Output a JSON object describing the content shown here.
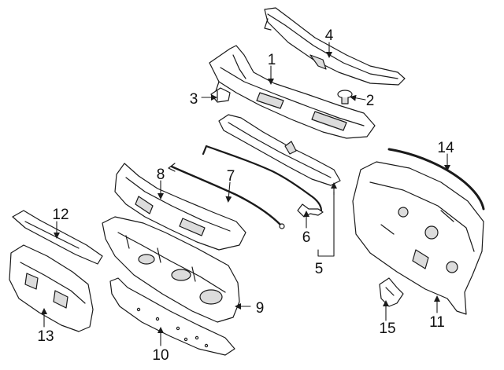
{
  "colors": {
    "line": "#1a1a1a",
    "part_fill": "#ffffff",
    "shade": "#dcdcdc",
    "background": "#ffffff"
  },
  "callouts": {
    "p1": "1",
    "p2": "2",
    "p3": "3",
    "p4": "4",
    "p5": "5",
    "p6": "6",
    "p7": "7",
    "p8": "8",
    "p9": "9",
    "p10": "10",
    "p11": "11",
    "p12": "12",
    "p13": "13",
    "p14": "14",
    "p15": "15"
  }
}
